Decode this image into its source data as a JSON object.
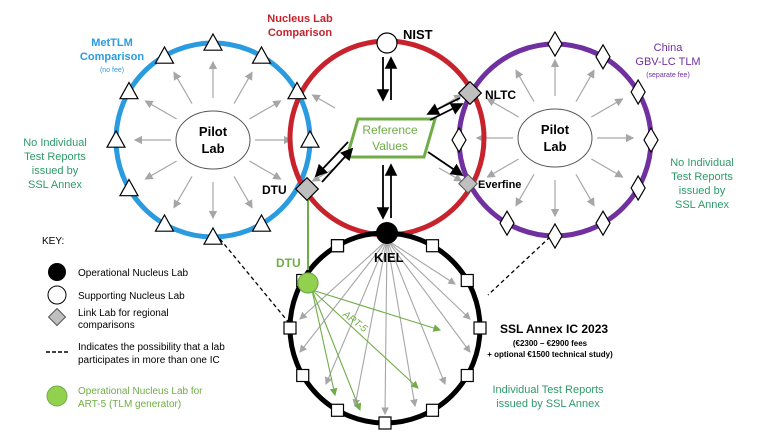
{
  "ring_labels": {
    "mettlm_title": "MetTLM",
    "mettlm_title2": "Comparison",
    "mettlm_note": "(no fee)",
    "nucleus_title": "Nucleus Lab",
    "nucleus_title2": "Comparison",
    "china_title": "China",
    "china_title2": "GBV-LC TLM",
    "china_note": "(separate fee)",
    "ssl_title": "SSL Annex IC 2023",
    "ssl_note1": "(€2300 – €2900 fees",
    "ssl_note2": "+ optional €1500 technical study)"
  },
  "pilot_labs": {
    "left_line1": "Pilot",
    "left_line2": "Lab",
    "right_line1": "Pilot",
    "right_line2": "Lab"
  },
  "reference": {
    "line1": "Reference",
    "line2": "Values"
  },
  "nodes": {
    "nist": "NIST",
    "nltc": "NLTC",
    "dtu": "DTU",
    "everfine": "Everfine",
    "kiel": "KIEL",
    "dtu_green": "DTU",
    "art5": "ART-5"
  },
  "reports": {
    "left": [
      "No Individual",
      "Test Reports",
      "issued by",
      "SSL Annex"
    ],
    "right": [
      "No Individual",
      "Test Reports",
      "issued by",
      "SSL Annex"
    ],
    "bottom": [
      "Individual Test Reports",
      "issued by SSL Annex"
    ]
  },
  "legend": {
    "title": "KEY:",
    "items": [
      {
        "symbol": "black-circle",
        "label": "Operational Nucleus Lab"
      },
      {
        "symbol": "white-circle",
        "label": "Supporting Nucleus Lab"
      },
      {
        "symbol": "grey-diamond",
        "label": "Link Lab for regional",
        "label2": "comparisons"
      },
      {
        "symbol": "dashed-line",
        "label": "Indicates the possibility that a lab",
        "label2": "participates in more than one IC"
      },
      {
        "symbol": "green-circle",
        "label": "Operational Nucleus Lab for",
        "label2": "ART-5 (TLM generator)"
      }
    ]
  },
  "colors": {
    "blue_ring": "#2b9be0",
    "red_ring": "#c8232c",
    "purple_ring": "#7030a0",
    "black_ring": "#000000",
    "green": "#70ad47",
    "report_green": "#2e9a6a",
    "arrow_grey": "#a6a6a6",
    "diamond_grey": "#bfbfbf"
  }
}
